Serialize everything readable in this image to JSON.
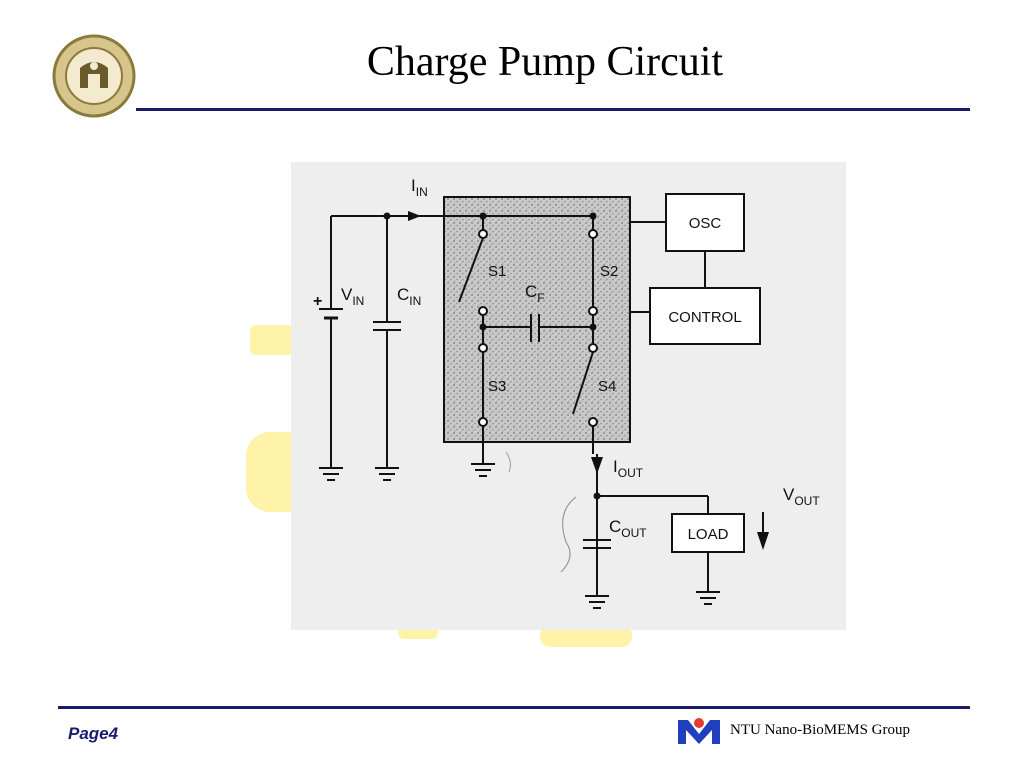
{
  "slide": {
    "title": "Charge Pump Circuit",
    "page_label": "Page4",
    "group_name": "NTU Nano-BioMEMS Group"
  },
  "diagram": {
    "labels": {
      "i_in": "I",
      "i_in_sub": "IN",
      "v_in": "V",
      "v_in_sub": "IN",
      "c_in": "C",
      "c_in_sub": "IN",
      "plus": "+",
      "s1": "S1",
      "s2": "S2",
      "s3": "S3",
      "s4": "S4",
      "c_f": "C",
      "c_f_sub": "F",
      "osc": "OSC",
      "control": "CONTROL",
      "i_out": "I",
      "i_out_sub": "OUT",
      "c_out": "C",
      "c_out_sub": "OUT",
      "load": "LOAD",
      "v_out": "V",
      "v_out_sub": "OUT"
    },
    "colors": {
      "ink": "#111111",
      "shade": "#b8b8b8",
      "scan_background": "#eeeeee",
      "rule": "#1a1a6e",
      "watermark": "#fff2a0"
    }
  }
}
